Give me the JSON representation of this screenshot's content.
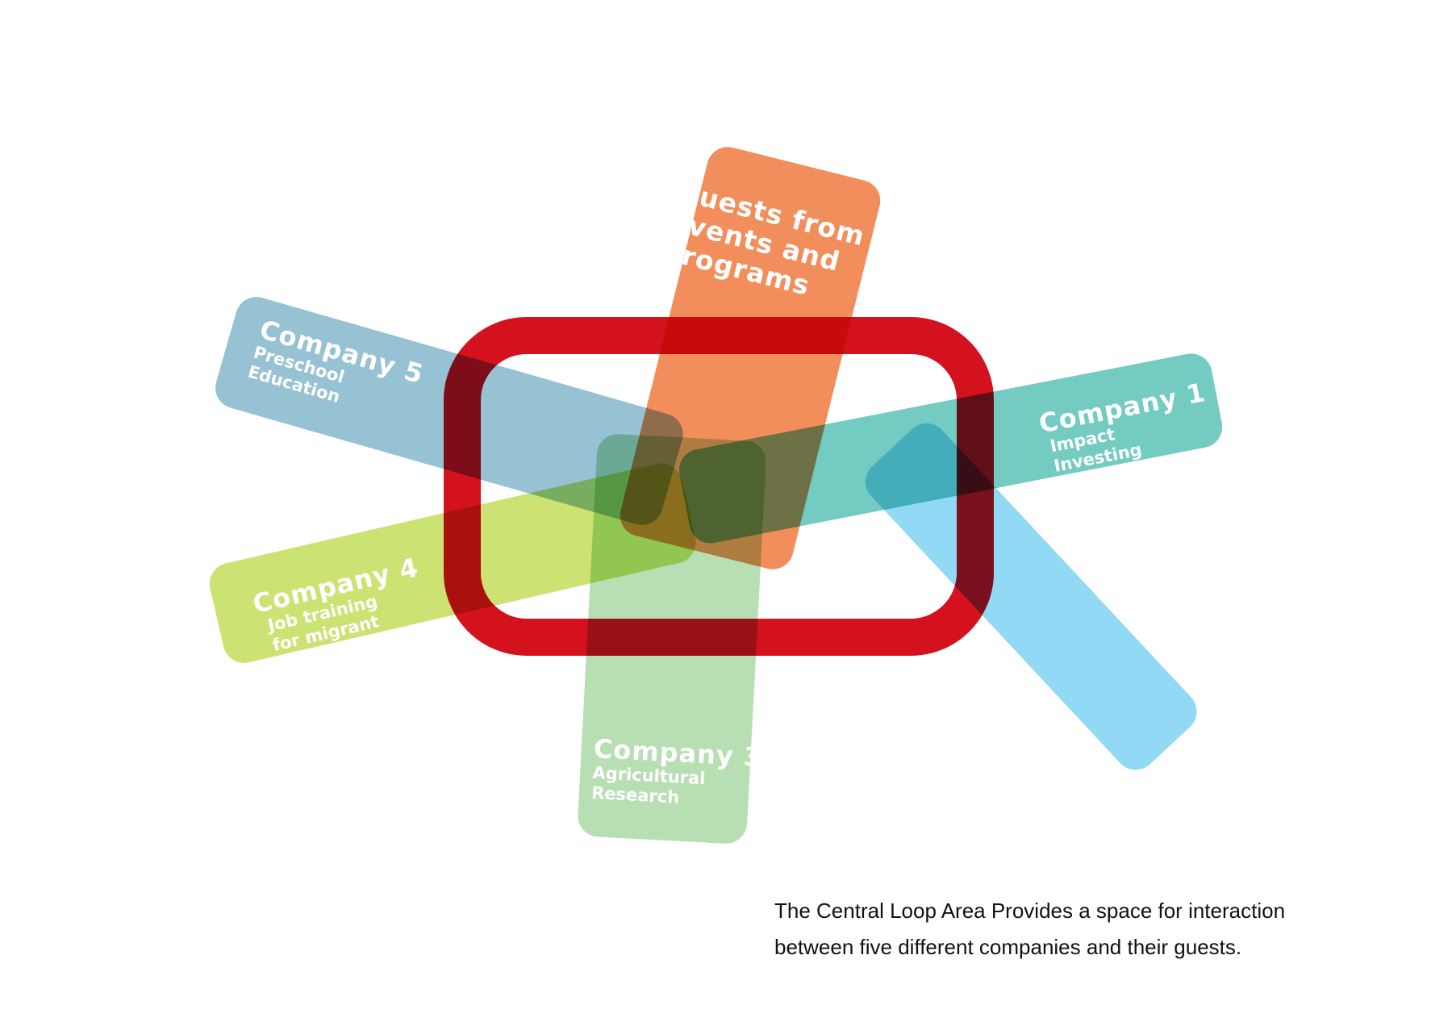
{
  "colors": {
    "loop": "#d4121e",
    "guests": "#ef7a3e",
    "company1": "#5cc2b6",
    "company2": "#7fd2f4",
    "company3": "#a9d8a3",
    "company4": "#c3dd5a",
    "company5": "#83b7cc"
  },
  "guests": {
    "title": "Guests from\nevents  and\nprograms"
  },
  "company1": {
    "title": "Company 1",
    "subtitle": "Impact\nInvesting"
  },
  "company2": {
    "title": "Company 2",
    "subtitle": "Microfinance"
  },
  "company3": {
    "title": "Company 3",
    "subtitle": "Agricultural\nResearch"
  },
  "company4": {
    "title": "Company 4",
    "subtitle": "Job training\nfor migrant\nworkers"
  },
  "company5": {
    "title": "Company 5",
    "subtitle": "Preschool\nEducation"
  },
  "caption": {
    "line1": "The Central Loop Area Provides a space for interaction",
    "line2": "between five different companies and their guests."
  }
}
